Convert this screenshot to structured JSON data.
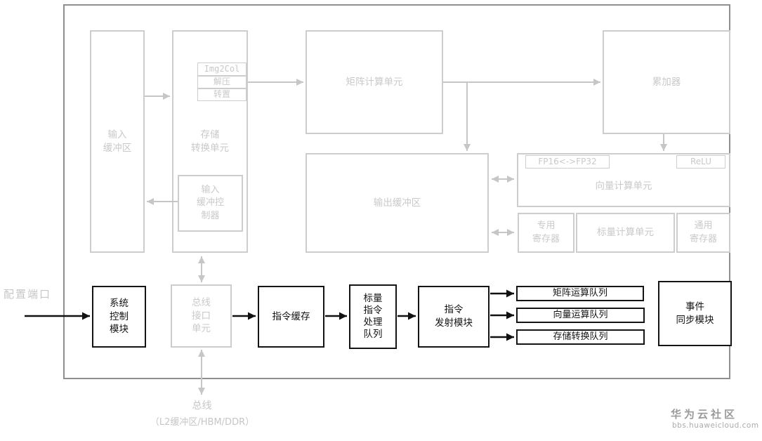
{
  "colors": {
    "faded": "#cdcdcd",
    "active": "#141414",
    "frame": "#8f8f8f",
    "arrow_gray": "#c6c6c6",
    "arrow_black": "#111111",
    "watermark": "#9a9a9a"
  },
  "labels": {
    "config_port": "配置端口",
    "bus": "总线",
    "bus_sub": "（L2缓冲区/HBM/DDR）"
  },
  "watermark": {
    "title": "华为云社区",
    "url": "bbs.huaweicloud.com"
  },
  "blocks": {
    "input_buffer": "输入\n缓冲区",
    "mte": "存储\n转换单元",
    "img2col": "Img2Col",
    "decompress": "解压",
    "transpose": "转置",
    "input_buffer_controller": "输入\n缓冲控\n制器",
    "matrix_unit": "矩阵计算单元",
    "accumulator": "累加器",
    "output_buffer": "输出缓冲区",
    "fp16_fp32": "FP16<->FP32",
    "relu": "ReLU",
    "vector_unit": "向量计算单元",
    "special_regs": "专用\n寄存器",
    "scalar_unit": "标量计算单元",
    "general_regs": "通用\n寄存器",
    "bus_interface": "总线\n接口\n单元",
    "system_control": "系统\n控制\n模块",
    "instruction_cache": "指令缓存",
    "scalar_instr_queue": "标量\n指令\n处理\n队列",
    "instruction_dispatch": "指令\n发射模块",
    "matrix_queue": "矩阵运算队列",
    "vector_queue": "向量运算队列",
    "mte_queue": "存储转换队列",
    "event_sync": "事件\n同步模块"
  }
}
